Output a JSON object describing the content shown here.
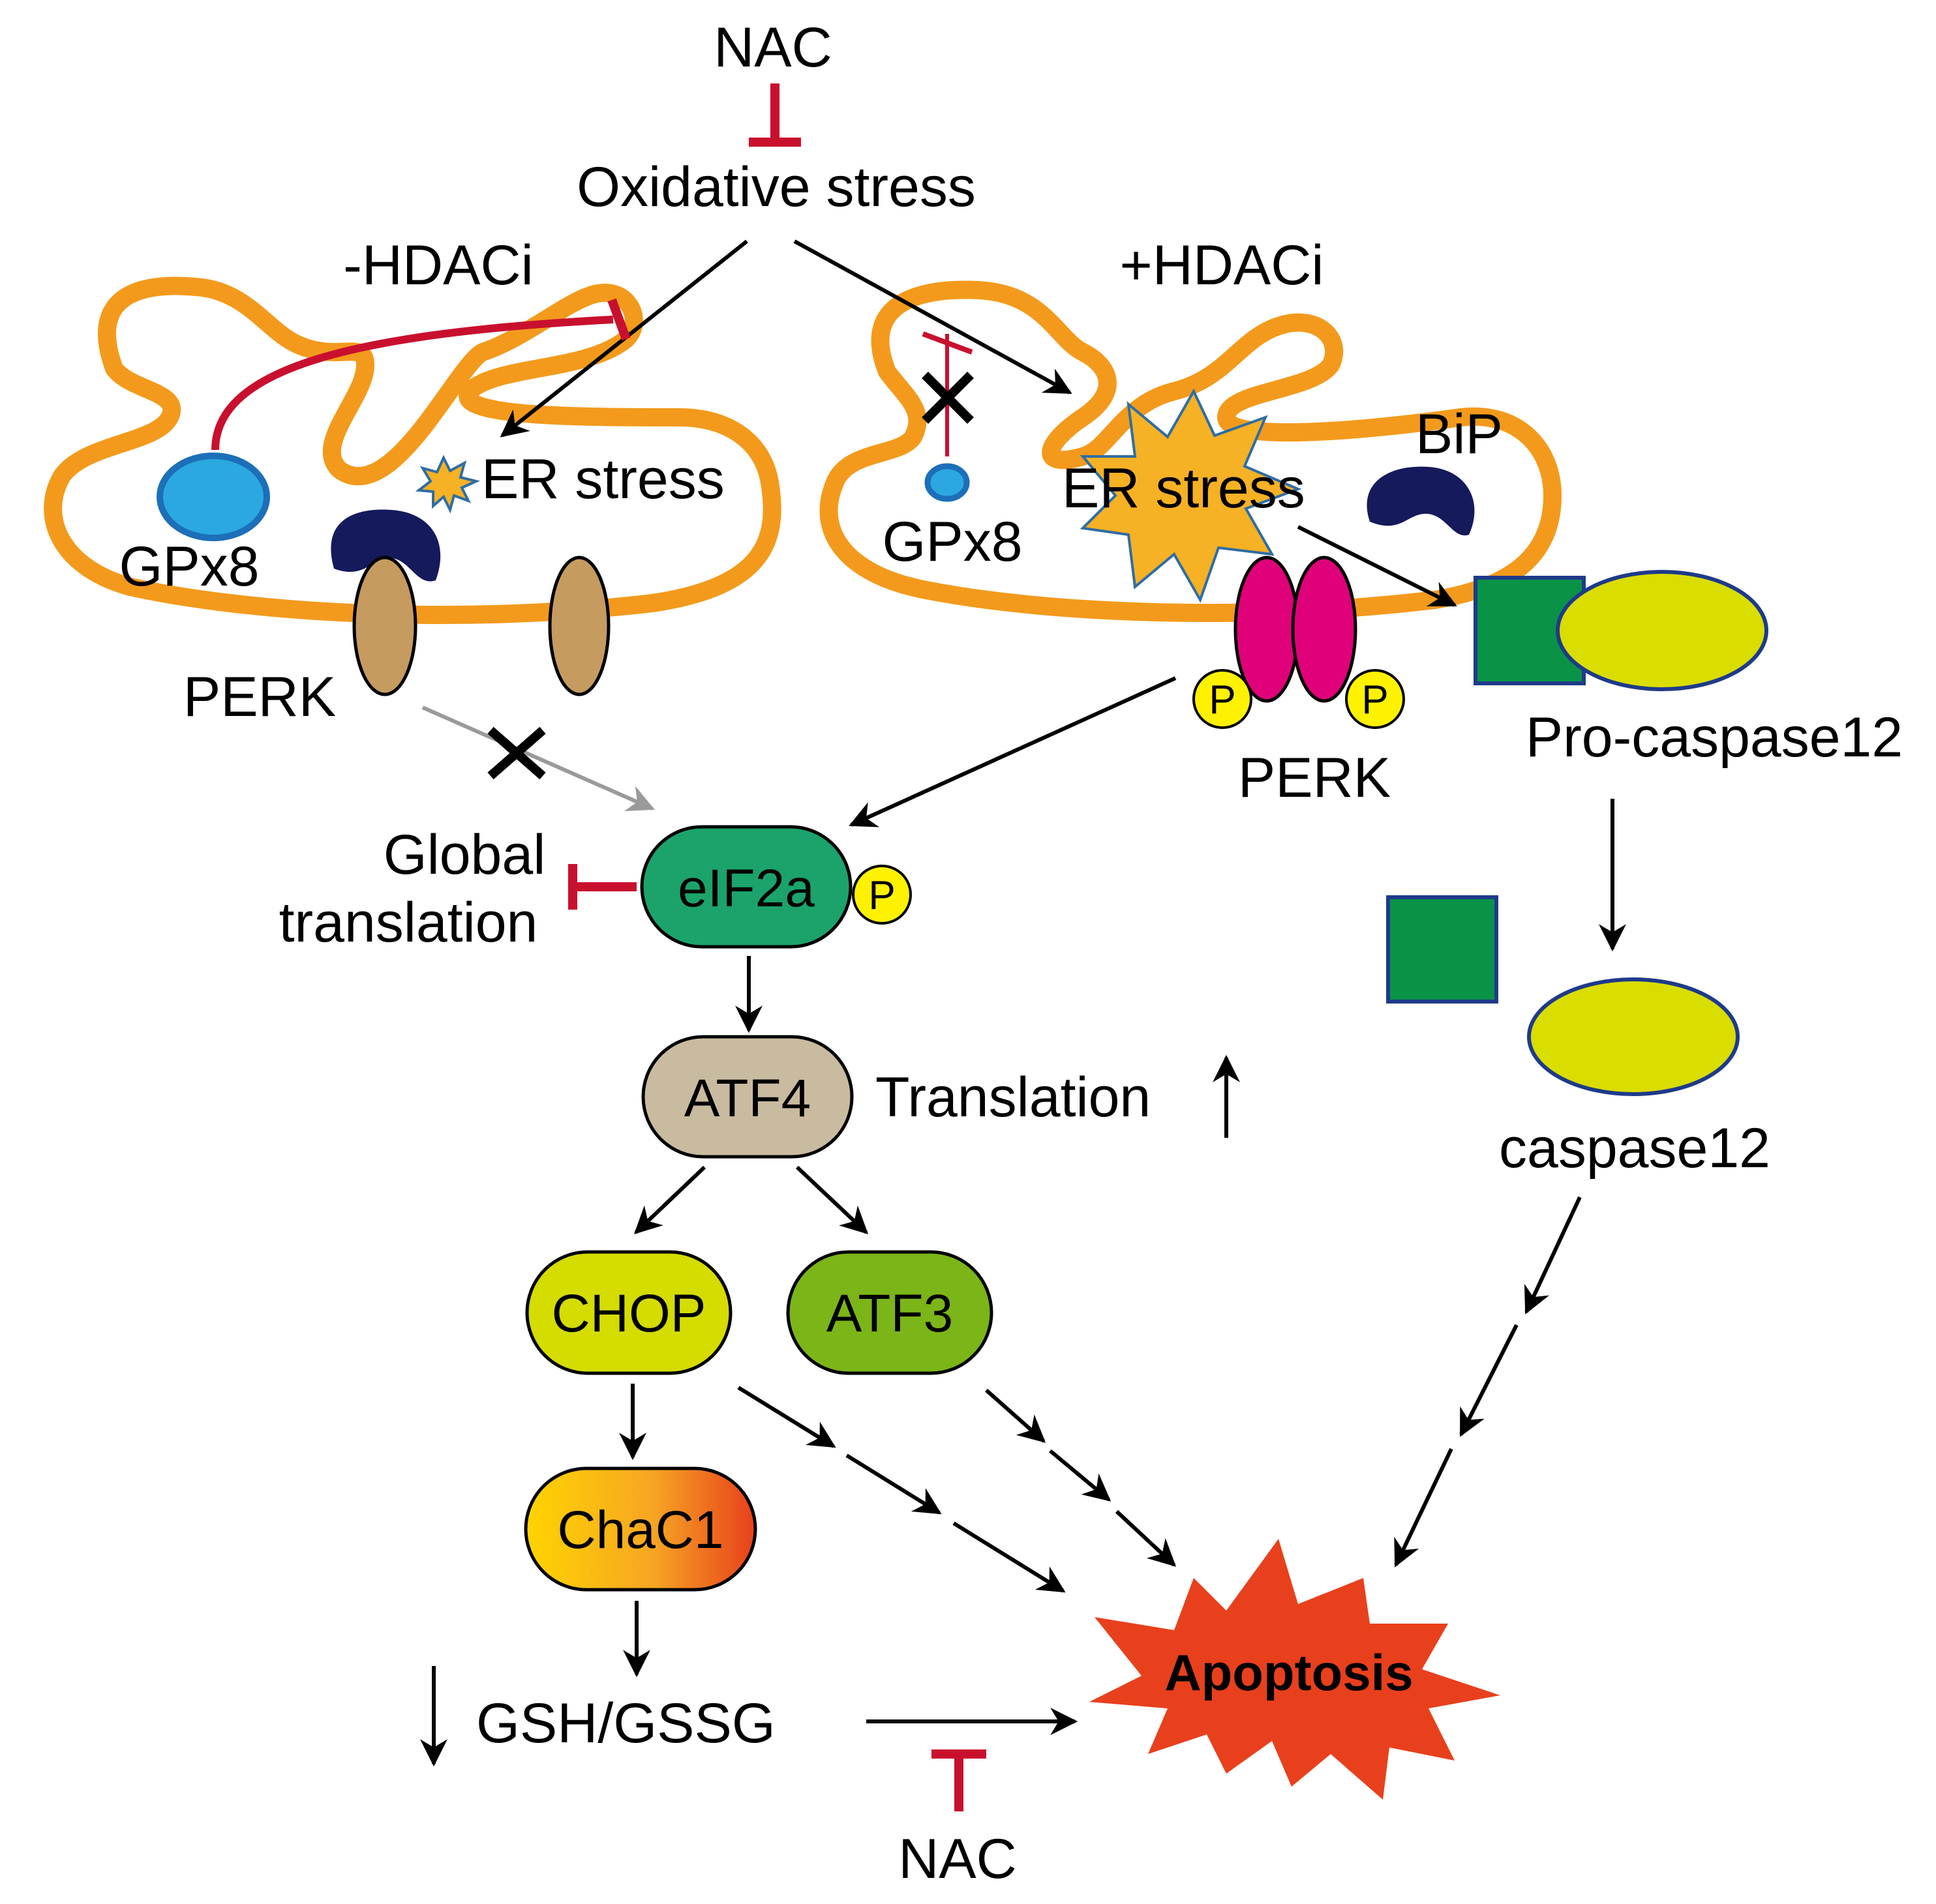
{
  "labels": {
    "nac_top": "NAC",
    "oxidative_stress": "Oxidative stress",
    "minus_hdaci": "-HDACi",
    "plus_hdaci": "+HDACi",
    "er_stress_left": "ER stress",
    "er_stress_right": "ER stress",
    "gpx8_left": "GPx8",
    "gpx8_right": "GPx8",
    "perk_left": "PERK",
    "perk_right": "PERK",
    "bip": "BiP",
    "pro_caspase12": "Pro-caspase12",
    "caspase12": "caspase12",
    "global_translation_line1": "Global",
    "global_translation_line2": "translation",
    "translation": "Translation",
    "gsh_gssg": "GSH/GSSG",
    "nac_bottom": "NAC",
    "apoptosis": "Apoptosis",
    "phospho": "P"
  },
  "nodes": {
    "eif2a": "eIF2a",
    "atf4": "ATF4",
    "chop": "CHOP",
    "atf3": "ATF3",
    "chac1": "ChaC1"
  },
  "colors": {
    "er_membrane": "#F39A1C",
    "inhibition": "#C8102E",
    "gpx8": "#2BA8E0",
    "gpx8_stroke": "#1C6FB8",
    "bip": "#151A5C",
    "perk_inactive": "#C59B60",
    "perk_active": "#E0007A",
    "phospho": "#FFF200",
    "eif2a": "#1BA36B",
    "atf4": "#C9BBA0",
    "chop": "#D4DC00",
    "atf3": "#7CB518",
    "chac1_start": "#FFD400",
    "chac1_end": "#E8401C",
    "caspase_square": "#0A9347",
    "caspase_ellipse": "#D9DD00",
    "caspase_stroke": "#1E3A8A",
    "er_stress_star": "#F6B124",
    "apoptosis_star": "#E8401C",
    "grey_arrow": "#9A9A9A"
  }
}
